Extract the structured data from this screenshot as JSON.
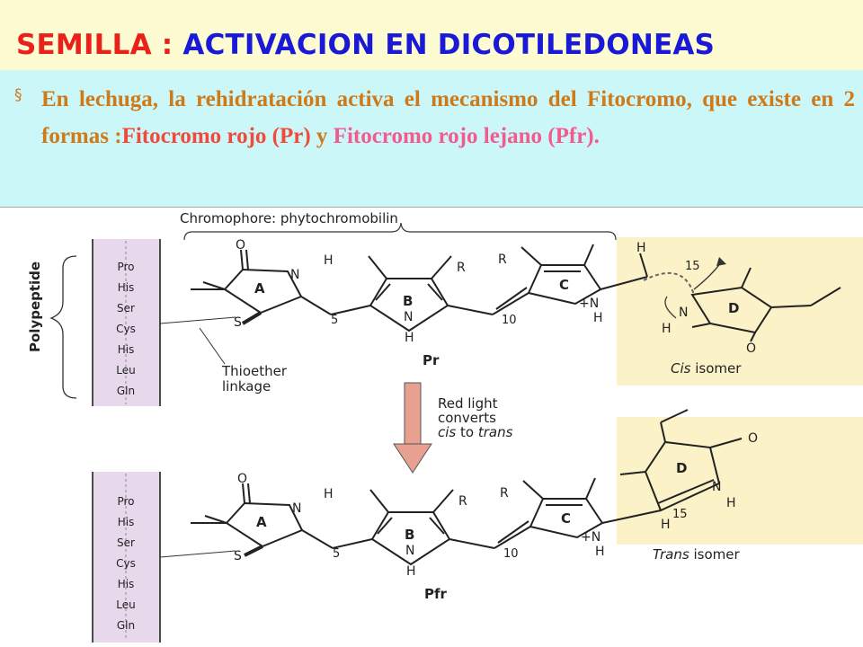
{
  "slide": {
    "title_part1": "SEMILLA :",
    "title_part2": "ACTIVACION EN DICOTILEDONEAS",
    "bullet_marker": "§",
    "bullet_text_1": "En lechuga, la rehidratación  activa el  mecanismo  del Fitocromo, que existe en 2 formas :",
    "bullet_pr": "Fitocromo rojo (Pr)",
    "bullet_text_2": " y ",
    "bullet_pfr": "Fitocromo rojo lejano (Pfr)",
    "bullet_end": ".",
    "colors": {
      "title_red": "#e8221b",
      "title_blue": "#1a1ad6",
      "bullet_orange": "#cf7a19",
      "pr_red": "#f04a3a",
      "pfr_pink": "#f35a8e",
      "title_band": "#fdfbd2",
      "bullet_band": "#ccf7f9",
      "peptide_strip": "#e8d8ec",
      "isomer_box": "#fbf2c8",
      "arrow": "#e8a090"
    }
  },
  "diagram": {
    "chromophore_label": "Chromophore: phytochromobilin",
    "polypeptide_label": "Polypeptide",
    "amino_acids": [
      "Pro",
      "His",
      "Ser",
      "Cys",
      "His",
      "Leu",
      "Gln"
    ],
    "thioether_label_1": "Thioether",
    "thioether_label_2": "linkage",
    "pr_label": "Pr",
    "pfr_label": "Pfr",
    "ring_labels": [
      "A",
      "B",
      "C",
      "D"
    ],
    "atoms": {
      "O": "O",
      "N": "N",
      "H": "H",
      "R": "R",
      "S": "S",
      "N_plus": "+N"
    },
    "positions": [
      "5",
      "10",
      "15"
    ],
    "cis_label_1": "Cis",
    "cis_label_2": " isomer",
    "trans_label_1": "Trans",
    "trans_label_2": " isomer",
    "arrow_text_1": "Red light",
    "arrow_text_2": "converts",
    "arrow_text_3a": "cis",
    "arrow_text_3b": " to ",
    "arrow_text_3c": "trans"
  }
}
